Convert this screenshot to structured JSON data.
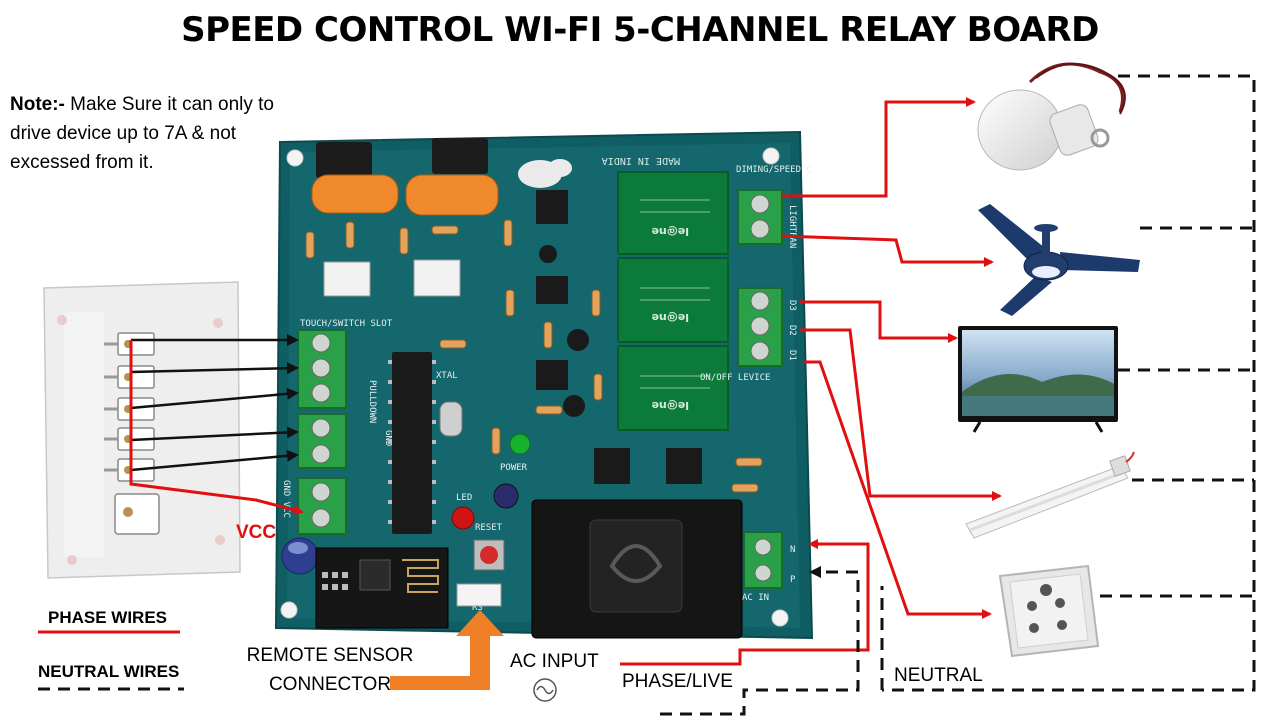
{
  "title": "SPEED CONTROL WI-FI 5-CHANNEL RELAY BOARD",
  "note": {
    "prefix": "Note:-",
    "text": " Make Sure it can only to drive device up to 7A & not excessed from it."
  },
  "labels": {
    "vcc": "VCC",
    "remote_sensor": "REMOTE SENSOR CONNECTOR",
    "ac_input": "AC INPUT",
    "phase_live": "PHASE/LIVE",
    "neutral": "NEUTRAL"
  },
  "legend": {
    "phase": "PHASE WIRES",
    "neutral": "NEUTRAL WIRES"
  },
  "board_text": {
    "made_in": "MADE IN INDIA",
    "output_header": "DIMING/SPEED C",
    "light": "LIGHT",
    "fan": "FAN",
    "d3": "D3",
    "d2": "D2",
    "d1": "D1",
    "onoff": "ON/OFF LEVICE",
    "touch": "TOUCH/SWITCH SLOT",
    "pulldown": "PULLDOWN",
    "gnd": "GND",
    "xtal": "XTAL",
    "power": "POWER",
    "led": "LED",
    "reset": "RESET",
    "rs": "RS",
    "ac_in": "AC IN",
    "n": "N",
    "p": "P",
    "relay_brand": "le@ne",
    "gnd_vcc": "GND VCC"
  },
  "devices": [
    "light-bulb",
    "ceiling-fan",
    "television",
    "tube-light",
    "power-socket"
  ],
  "colors": {
    "phase": "#e01010",
    "neutral": "#111111",
    "board": "#0f5e64",
    "terminal": "#2aa148",
    "relay": "#0c7a3b",
    "arrow": "#f08028"
  }
}
